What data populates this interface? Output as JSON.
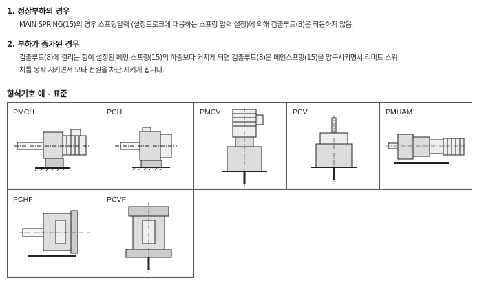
{
  "sections": [
    {
      "title": "1. 정상부하의 경우",
      "lines": [
        "MAIN SPRING(15)의 경우 스프링압력 (설정토로크에 대응하는 스프링 압력 설정)에 의해 검출루트(8)은 작동하지 않음."
      ]
    },
    {
      "title": "2. 부하가 증가된 경우",
      "lines": [
        "검출루트(8)에 걸리는 힘이 설정된 메인 스프링(15)의 하중보다 커지게 되면 검출루트(8)은 메인스프링(15)을 압축시키면서 리미트 스위",
        "치를 동작 시키면서 모타 전원을 차단 시키게 됩니다."
      ]
    }
  ],
  "table": {
    "title": "형식기호 예 - 표준",
    "models": [
      {
        "label": "PMCH",
        "icon": "horizontal-motor-reducer-icon"
      },
      {
        "label": "PCH",
        "icon": "horizontal-reducer-icon"
      },
      {
        "label": "PMCV",
        "icon": "vertical-motor-reducer-icon"
      },
      {
        "label": "PCV",
        "icon": "vertical-reducer-icon"
      },
      {
        "label": "PMHAM",
        "icon": "double-stage-motor-reducer-icon"
      },
      {
        "label": "PCHF",
        "icon": "flange-horizontal-reducer-icon"
      },
      {
        "label": "PCVF",
        "icon": "flange-vertical-reducer-icon"
      }
    ]
  }
}
